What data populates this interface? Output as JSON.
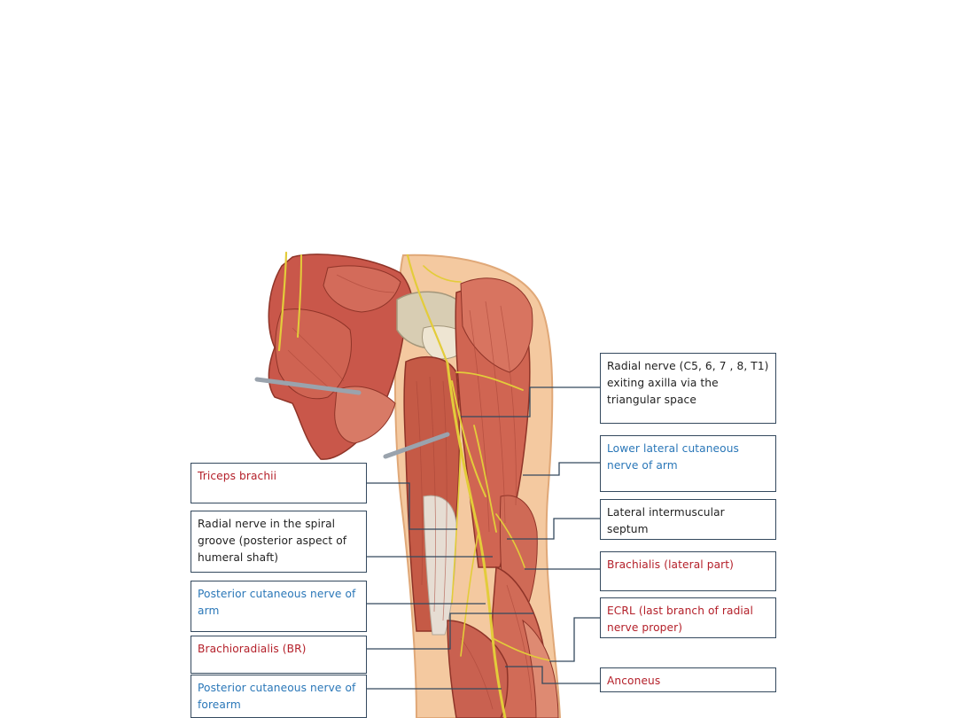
{
  "colors": {
    "muscle_label": "#b4202a",
    "nerve_label": "#2a77b8",
    "plain_label": "#222222",
    "leader_line": "#34495e",
    "muscle": "#c85a48",
    "nerve": "#e3cc3a",
    "bone": "#d8cdb3",
    "skin": "#f4c9a0"
  },
  "labels": {
    "radial_nerve_axilla": "Radial nerve (C5, 6, 7 , 8, T1) exiting axilla via the triangular space",
    "lower_lateral_cutaneous": "Lower lateral cutaneous nerve of arm",
    "lateral_intermuscular_septum": "Lateral intermuscular septum",
    "brachialis_lateral": "Brachialis (lateral part)",
    "ecrl": "ECRL (last branch of radial nerve proper)",
    "anconeus": "Anconeus",
    "triceps_brachii": "Triceps brachii",
    "radial_nerve_spiral_groove": "Radial nerve in the spiral groove (posterior aspect of humeral shaft)",
    "posterior_cutaneous_arm": "Posterior cutaneous nerve of arm",
    "brachioradialis": "Brachioradialis (BR)",
    "posterior_cutaneous_forearm": "Posterior cutaneous nerve of forearm"
  }
}
